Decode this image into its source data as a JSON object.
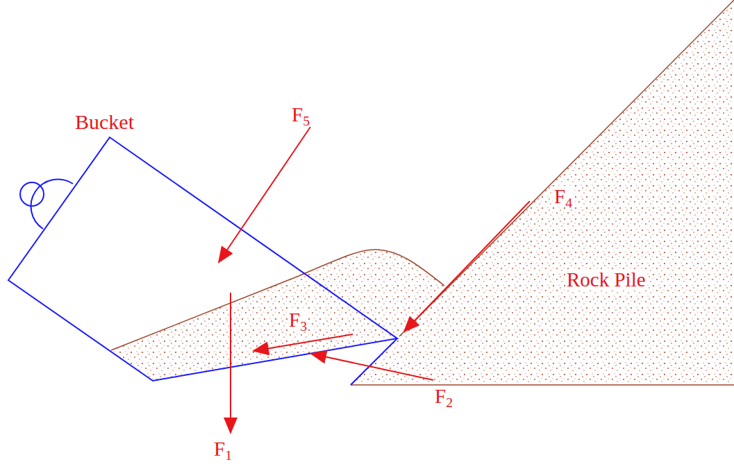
{
  "diagram": {
    "labels": [
      "Bucket",
      "F5",
      "F4",
      "Rock Pile",
      "F3",
      "F2",
      "F1"
    ]
  }
}
